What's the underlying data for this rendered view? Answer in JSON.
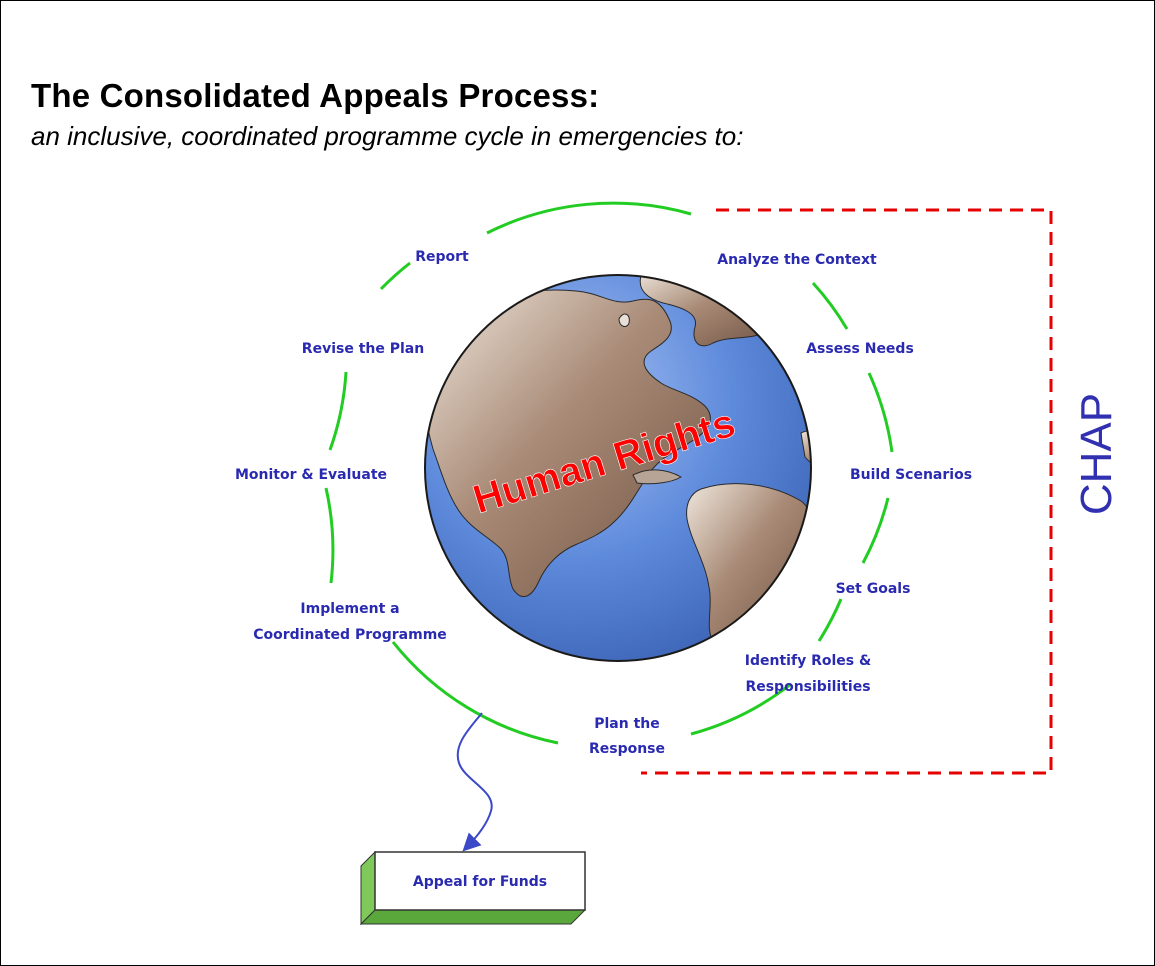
{
  "title": "The Consolidated Appeals Process:",
  "subtitle": "an inclusive, coordinated programme cycle in emergencies to:",
  "center_label": "Human Rights",
  "chap_label": "CHAP",
  "appeal_label": "Appeal for Funds",
  "steps": {
    "report": "Report",
    "analyze": "Analyze the Context",
    "revise": "Revise the Plan",
    "assess": "Assess Needs",
    "monitor": "Monitor & Evaluate",
    "build": "Build Scenarios",
    "set_goals": "Set Goals",
    "implement_1": "Implement a",
    "implement_2": "Coordinated Programme",
    "identify_1": "Identify Roles &",
    "identify_2": "Responsibilities",
    "plan_1": "Plan the",
    "plan_2": "Response"
  },
  "colors": {
    "cycle": "#22cc22",
    "chap_border": "#e60000",
    "step_text": "#2a2ab0",
    "globe_ocean": "#5a86d8",
    "land": "#8a6a58",
    "center_label": "#ff0000",
    "appeal_box": "#c8f0a8"
  }
}
